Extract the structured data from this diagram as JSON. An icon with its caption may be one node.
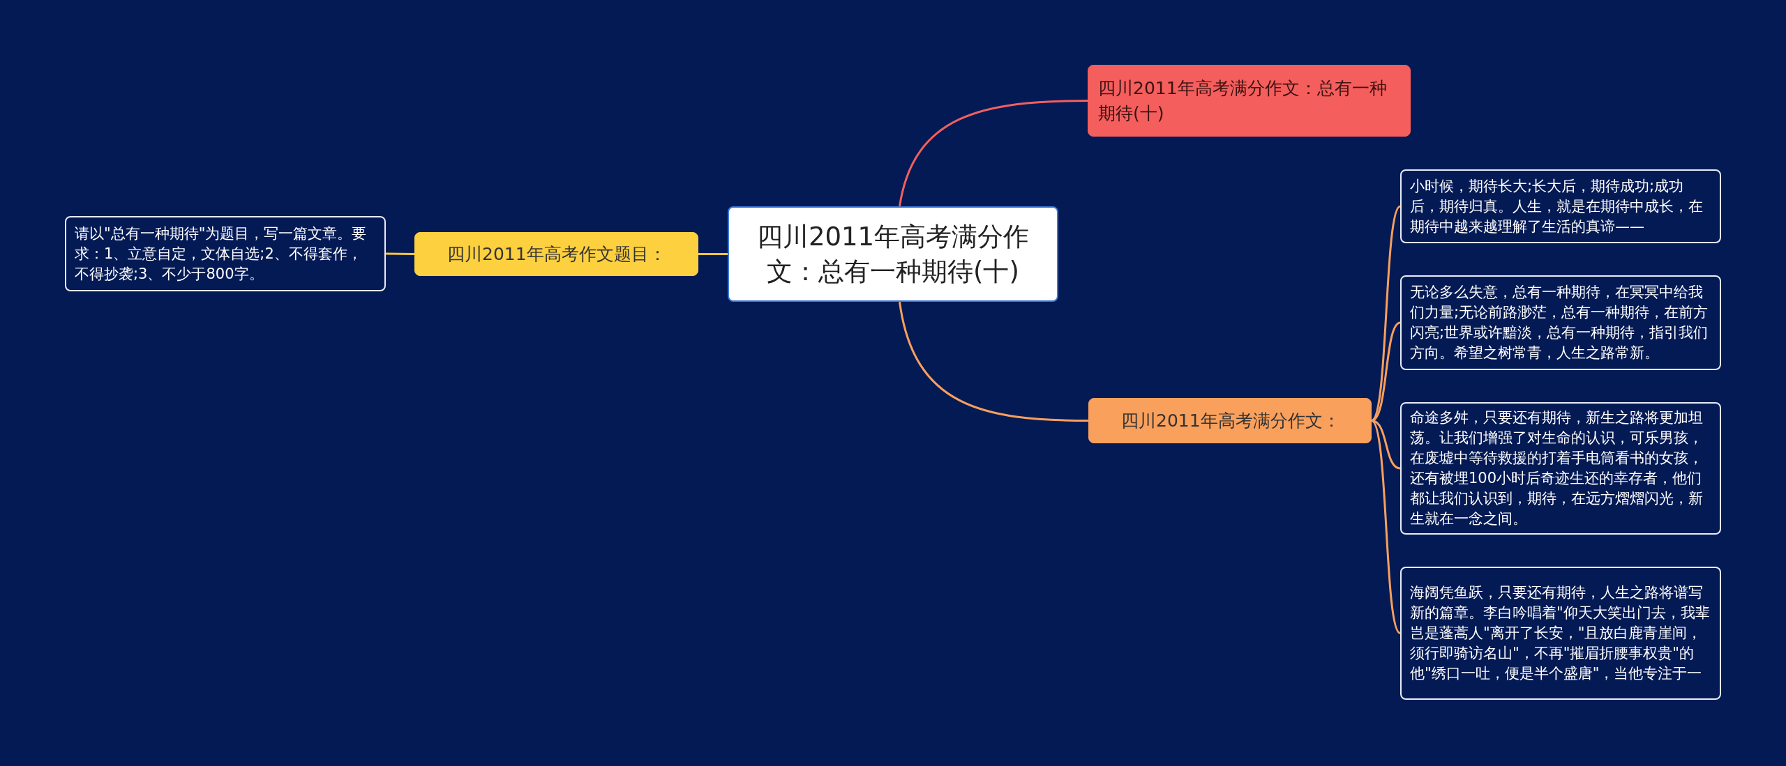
{
  "diagram": {
    "nodes": [
      {
        "text": [
          "四川2011年高考满分作文：总有一种期待(十)"
        ]
      },
      {
        "text": [
          "四川2011年高考满分作文：总有一种期待(十)"
        ]
      },
      {
        "text": [
          "四川2011年高考作文题目："
        ]
      },
      {
        "text": [
          "请以\"总有一种期待\"为题目，写一篇文章。要求：1、立意自定，文体自选;2、不得套作，不得抄袭;3、不少于800字。"
        ]
      },
      {
        "text": [
          "四川2011年高考满分作文："
        ]
      },
      {
        "text": [
          "小时候，期待长大;长大后，期待成功;成功后，期待归真。人生，就是在期待中成长，在期待中越来越理解了生活的真谛——"
        ]
      },
      {
        "text": [
          "无论多么失意，总有一种期待，在冥冥中给我们力量;无论前路渺茫，总有一种期待，在前方闪亮;世界或许黯淡，总有一种期待，指引我们方向。希望之树常青，人生之路常新。"
        ]
      },
      {
        "text": [
          "命途多舛，只要还有期待，新生之路将更加坦荡。让我们增强了对生命的认识，可乐男孩，在废墟中等待救援的打着手电筒看书的女孩，还有被埋100小时后奇迹生还的幸存者，他们都让我们认识到，期待，在远方熠熠闪光，新生就在一念之间。"
        ]
      },
      {
        "text": [
          "海阔凭鱼跃，只要还有期待，人生之路将谱写新的篇章。李白吟唱着\"仰天大笑出门去，我辈岂是蓬蒿人\"离开了长安，\"且放白鹿青崖间，须行即骑访名山\"，不再\"摧眉折腰事权贵\"的他\"绣口一吐，便是半个盛唐\"，当他专注于一"
        ]
      }
    ],
    "edges": [
      {
        "from": 0,
        "to": 1,
        "arrow": "none",
        "color": "#f0605f"
      },
      {
        "from": 0,
        "to": 2,
        "arrow": "none",
        "color": "#f7c63a"
      },
      {
        "from": 2,
        "to": 3,
        "arrow": "none",
        "color": "#f7c63a"
      },
      {
        "from": 0,
        "to": 4,
        "arrow": "none"
      },
      {
        "from": 4,
        "to": 5,
        "arrow": "none"
      },
      {
        "from": 4,
        "to": 6,
        "arrow": "none"
      },
      {
        "from": 4,
        "to": 7,
        "arrow": "none"
      },
      {
        "from": 4,
        "to": 8,
        "arrow": "none"
      }
    ]
  }
}
